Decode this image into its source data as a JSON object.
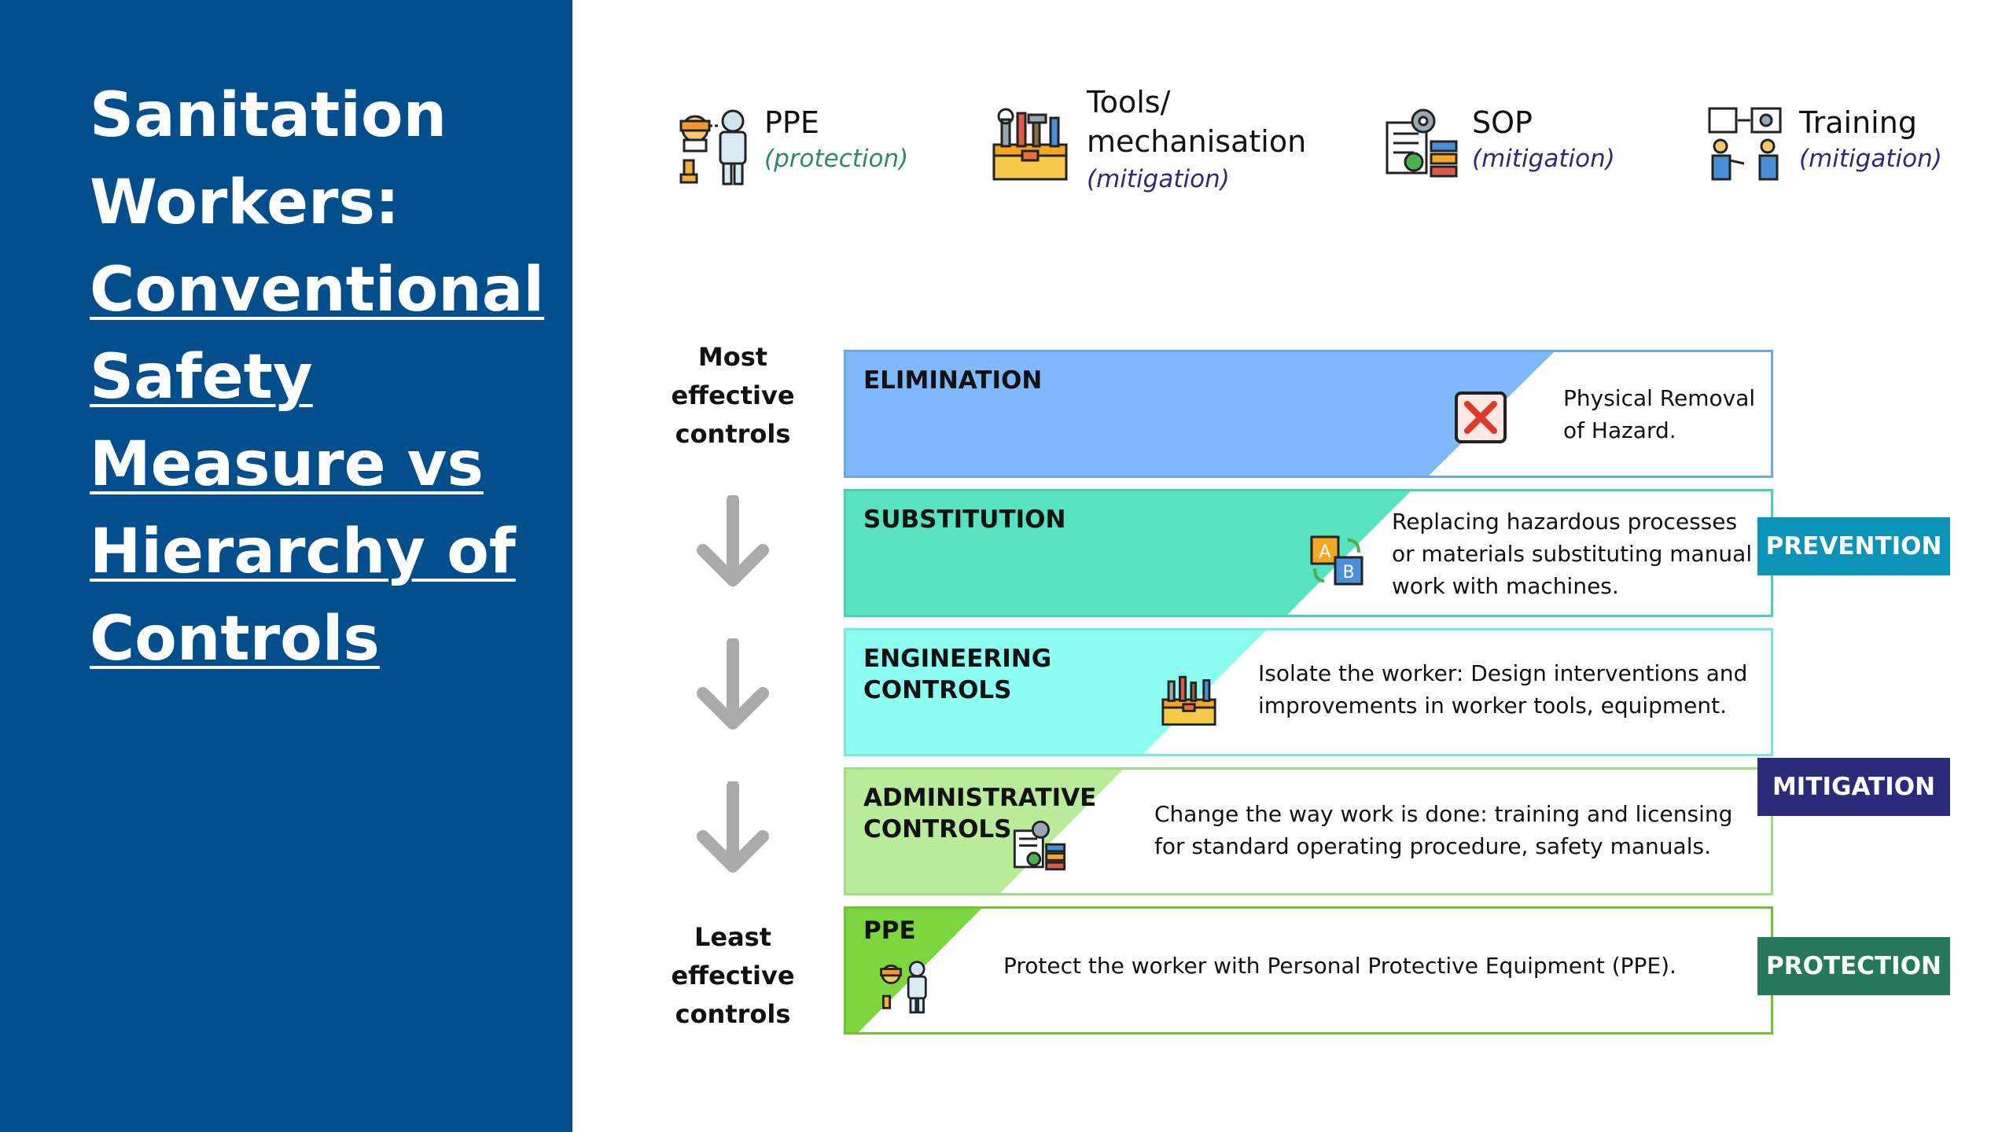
{
  "title": {
    "line1": "Sanitation",
    "line2": "Workers:",
    "line3": "Conventional",
    "line4": "Safety",
    "line5": "Measure vs",
    "line6": "Hierarchy of",
    "line7": "Controls"
  },
  "legend": [
    {
      "name": "PPE",
      "sub": "(protection)",
      "icon": "ppe-worker-icon"
    },
    {
      "name": "Tools/",
      "name2": "mechanisation",
      "sub": "(mitigation)",
      "icon": "toolbox-icon"
    },
    {
      "name": "SOP",
      "sub": "(mitigation)",
      "icon": "sop-document-icon"
    },
    {
      "name": "Training",
      "sub": "(mitigation)",
      "icon": "training-icon"
    }
  ],
  "effectiveness": {
    "most": [
      "Most",
      "effective",
      "controls"
    ],
    "least": [
      "Least",
      "effective",
      "controls"
    ]
  },
  "hierarchy": [
    {
      "label": "ELIMINATION",
      "description": "Physical Removal of Hazard.",
      "color": "#7fb9fc",
      "border": "#6aa8f0"
    },
    {
      "label": "SUBSTITUTION",
      "description": "Replacing hazardous processes or materials substituting manual work with machines.",
      "color": "#57e2c0",
      "border": "#45d4b0"
    },
    {
      "label": "ENGINEERING\nCONTROLS",
      "description": "Isolate the worker: Design interventions and improvements in worker tools, equipment.",
      "color": "#8cfcf0",
      "border": "#70ecdf"
    },
    {
      "label": "ADMINISTRATIVE\nCONTROLS",
      "description": "Change the way work is done: training and licensing for standard operating procedure, safety manuals.",
      "color": "#b8ec9a",
      "border": "#a2dc84"
    },
    {
      "label": "PPE",
      "description": "Protect the worker with Personal Protective Equipment (PPE).",
      "color": "#7ed63e",
      "border": "#6cc72e"
    }
  ],
  "categories": [
    {
      "label": "PREVENTION",
      "color": "#0c93b8"
    },
    {
      "label": "MITIGATION",
      "color": "#2c2a7a"
    },
    {
      "label": "PROTECTION",
      "color": "#25795a"
    }
  ],
  "colors": {
    "sidebar": "#034e8c",
    "protection_text": "#2f8a63",
    "mitigation_text": "#2c2a7a",
    "arrow": "#aaaaaa"
  }
}
